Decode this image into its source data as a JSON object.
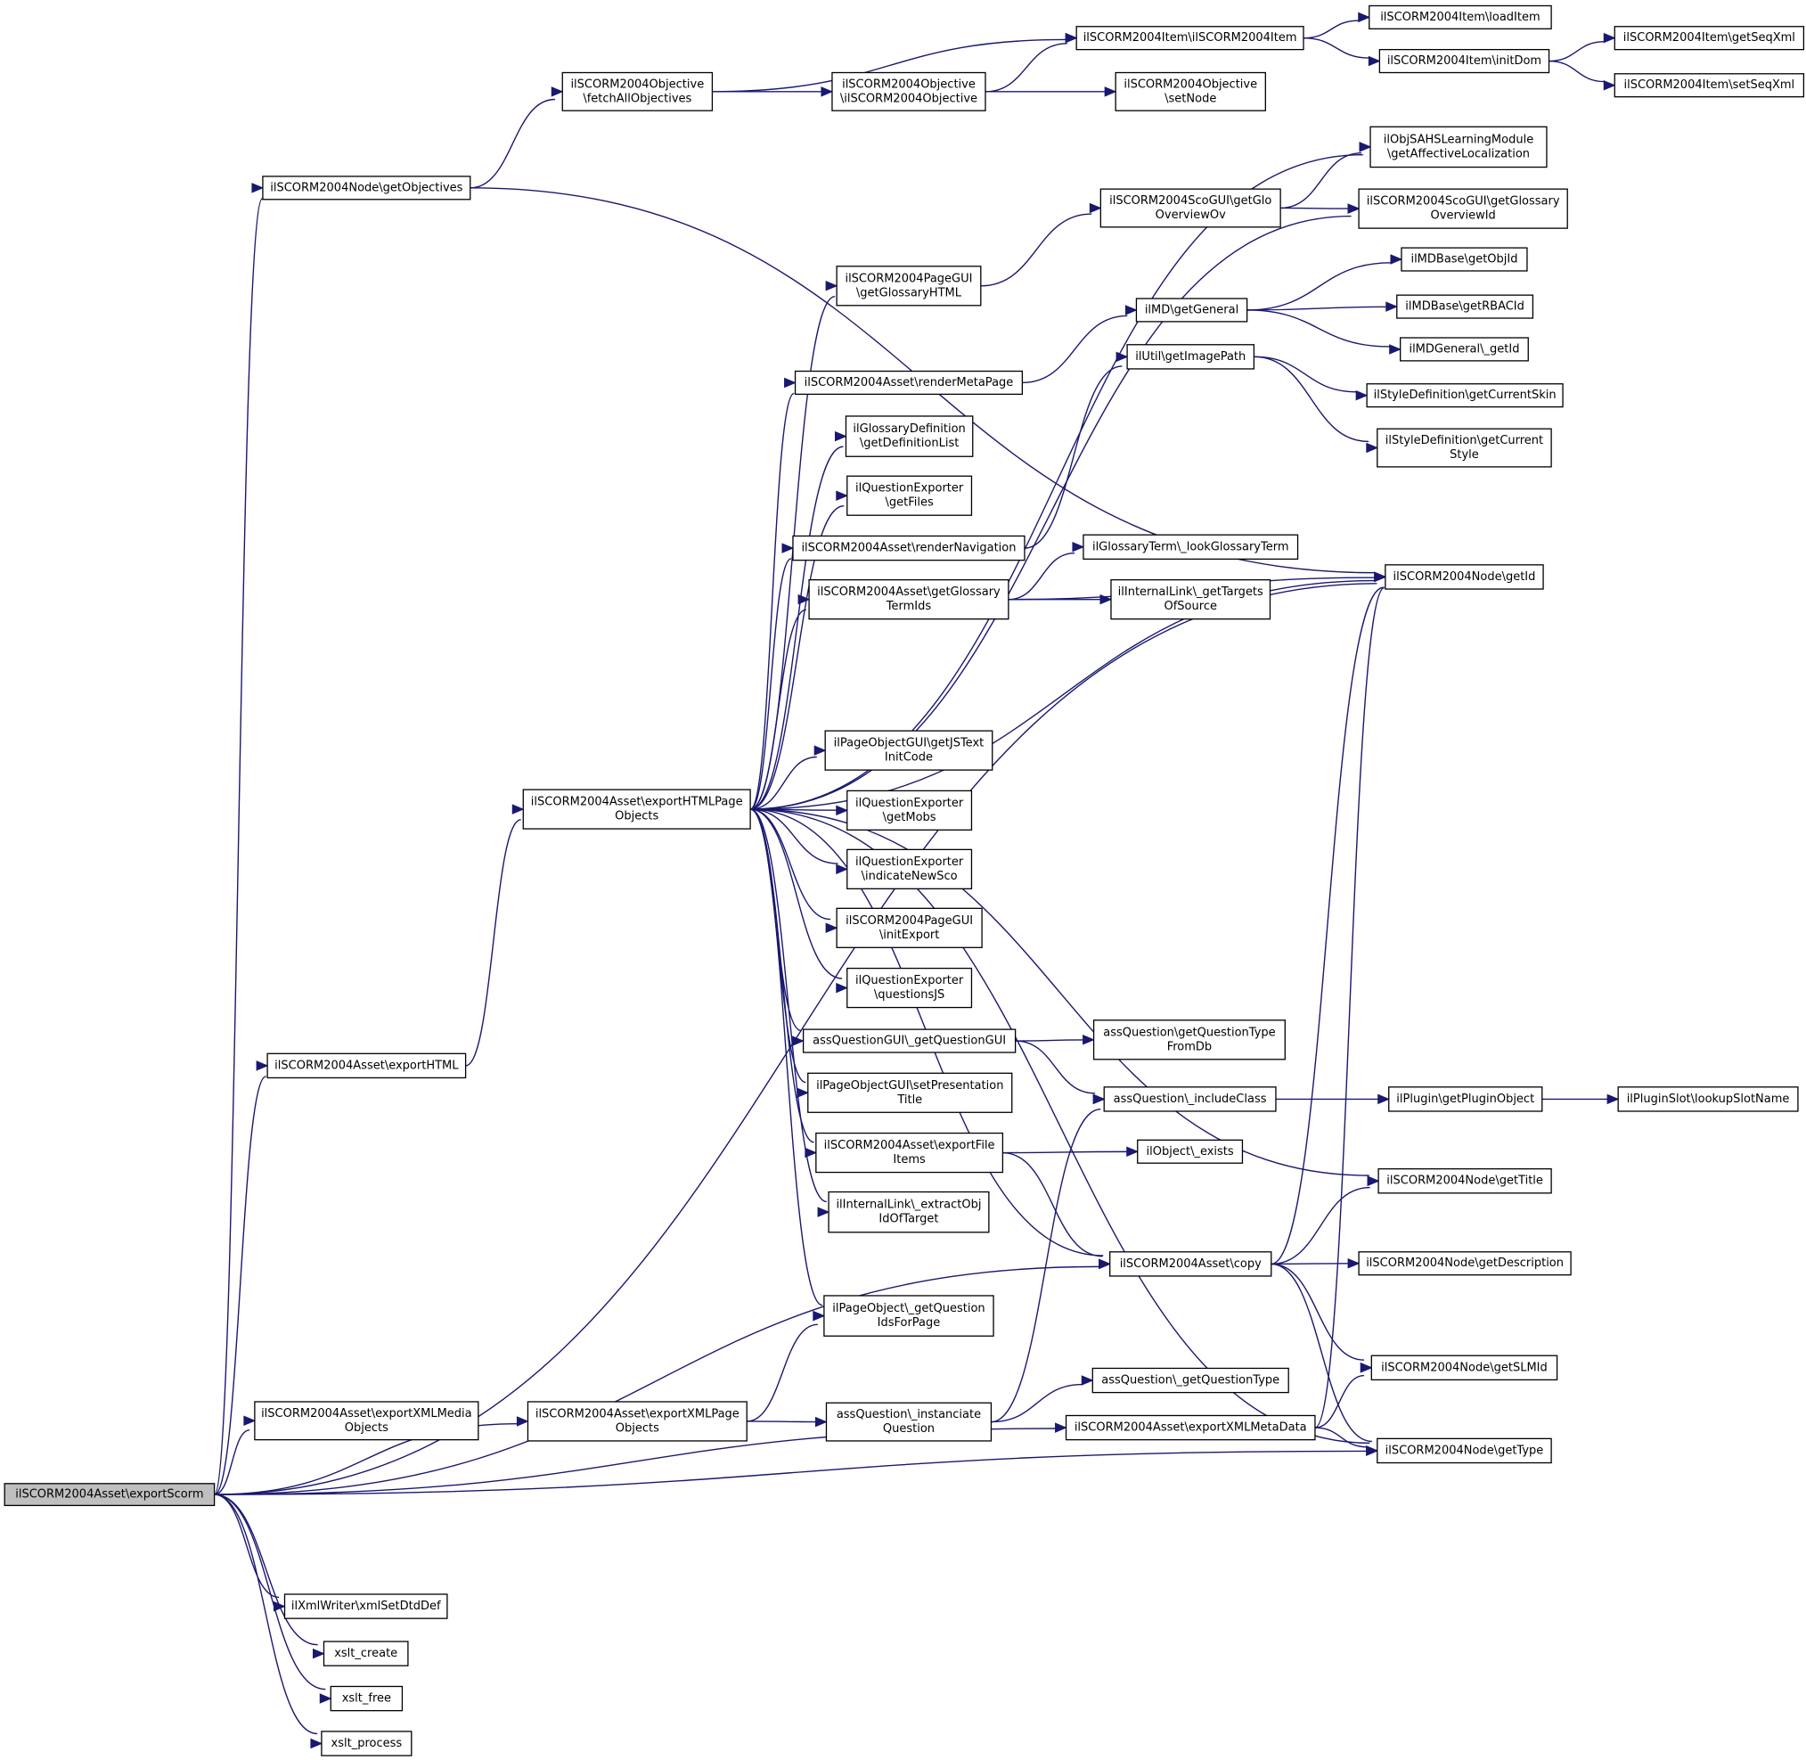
{
  "diagram": {
    "type": "call-graph",
    "colors": {
      "edge": "#191970",
      "node_border": "#000000",
      "root_fill": "#bfbfbf",
      "node_fill": "#ffffff"
    },
    "nodes": {
      "exportScorm": [
        "ilSCORM2004Asset\\exportScorm"
      ],
      "getObjectives": [
        "ilSCORM2004Node\\getObjectives"
      ],
      "fetchAllObjectives": [
        "ilSCORM2004Objective",
        "\\fetchAllObjectives"
      ],
      "objCtor": [
        "ilSCORM2004Objective",
        "\\ilSCORM2004Objective"
      ],
      "itemCtor": [
        "ilSCORM2004Item\\ilSCORM2004Item"
      ],
      "loadItem": [
        "ilSCORM2004Item\\loadItem"
      ],
      "initDom": [
        "ilSCORM2004Item\\initDom"
      ],
      "getSeqXml": [
        "ilSCORM2004Item\\getSeqXml"
      ],
      "setSeqXml": [
        "ilSCORM2004Item\\setSeqXml"
      ],
      "setNode": [
        "ilSCORM2004Objective",
        "\\setNode"
      ],
      "affectiveLoc": [
        "ilObjSAHSLearningModule",
        "\\getAffectiveLocalization"
      ],
      "glossaryOverviewId": [
        "ilSCORM2004ScoGUI\\getGlossary",
        "OverviewId"
      ],
      "glossaryOverviewOv": [
        "ilSCORM2004ScoGUI\\getGlo",
        "OverviewOv"
      ],
      "pageGetGlossaryHTML": [
        "ilSCORM2004PageGUI",
        "\\getGlossaryHTML"
      ],
      "mdGetObjId": [
        "ilMDBase\\getObjId"
      ],
      "mdGetGeneral": [
        "ilMD\\getGeneral"
      ],
      "mdGetRBACId": [
        "ilMDBase\\getRBACId"
      ],
      "mdGeneralGetId": [
        "ilMDGeneral\\_getId"
      ],
      "utilGetImagePath": [
        "ilUtil\\getImagePath"
      ],
      "renderMetaPage": [
        "ilSCORM2004Asset\\renderMetaPage"
      ],
      "getCurrentSkin": [
        "ilStyleDefinition\\getCurrentSkin"
      ],
      "getCurrentStyle": [
        "ilStyleDefinition\\getCurrent",
        "Style"
      ],
      "getDefinitionList": [
        "ilGlossaryDefinition",
        "\\getDefinitionList"
      ],
      "qeGetFiles": [
        "ilQuestionExporter",
        "\\getFiles"
      ],
      "renderNavigation": [
        "ilSCORM2004Asset\\renderNavigation"
      ],
      "lookupGlossaryTerm": [
        "ilGlossaryTerm\\_lookGlossaryTerm"
      ],
      "getGlossaryTermIds": [
        "ilSCORM2004Asset\\getGlossary",
        "TermIds"
      ],
      "nodeGetId": [
        "ilSCORM2004Node\\getId"
      ],
      "getTargetsOfSource": [
        "ilInternalLink\\_getTargets",
        "OfSource"
      ],
      "getJSTextInitCode": [
        "ilPageObjectGUI\\getJSText",
        "InitCode"
      ],
      "exportHTMLPageObjects": [
        "ilSCORM2004Asset\\exportHTMLPage",
        "Objects"
      ],
      "qeGetMobs": [
        "ilQuestionExporter",
        "\\getMobs"
      ],
      "qeIndicateNewSco": [
        "ilQuestionExporter",
        "\\indicateNewSco"
      ],
      "pageInitExport": [
        "ilSCORM2004PageGUI",
        "\\initExport"
      ],
      "qeQuestionsJS": [
        "ilQuestionExporter",
        "\\questionsJS"
      ],
      "getQuestionGUI": [
        "assQuestionGUI\\_getQuestionGUI"
      ],
      "getQuestionTypeFromDb": [
        "assQuestion\\getQuestionType",
        "FromDb"
      ],
      "exportHTML": [
        "ilSCORM2004Asset\\exportHTML"
      ],
      "setPresentationTitle": [
        "ilPageObjectGUI\\setPresentation",
        "Title"
      ],
      "includeClass": [
        "assQuestion\\_includeClass"
      ],
      "getPluginObject": [
        "ilPlugin\\getPluginObject"
      ],
      "lookupSlotName": [
        "ilPluginSlot\\lookupSlotName"
      ],
      "exportFileItems": [
        "ilSCORM2004Asset\\exportFile",
        "Items"
      ],
      "objectExists": [
        "ilObject\\_exists"
      ],
      "nodeGetTitle": [
        "ilSCORM2004Node\\getTitle"
      ],
      "extractObjIdOfTarget": [
        "ilInternalLink\\_extractObj",
        "IdOfTarget"
      ],
      "assetCopy": [
        "ilSCORM2004Asset\\copy"
      ],
      "nodeGetDescription": [
        "ilSCORM2004Node\\getDescription"
      ],
      "getQuestionIdsForPage": [
        "ilPageObject\\_getQuestion",
        "IdsForPage"
      ],
      "getSLMId": [
        "ilSCORM2004Node\\getSLMId"
      ],
      "exportXMLMediaObjects": [
        "ilSCORM2004Asset\\exportXMLMedia",
        "Objects"
      ],
      "exportXMLPageObjects": [
        "ilSCORM2004Asset\\exportXMLPage",
        "Objects"
      ],
      "instanciateQuestion": [
        "assQuestion\\_instanciate",
        "Question"
      ],
      "getQuestionType": [
        "assQuestion\\_getQuestionType"
      ],
      "exportXMLMetaData": [
        "ilSCORM2004Asset\\exportXMLMetaData"
      ],
      "nodeGetType": [
        "ilSCORM2004Node\\getType"
      ],
      "xmlSetDtdDef": [
        "ilXmlWriter\\xmlSetDtdDef"
      ],
      "xsltCreate": [
        "xslt_create"
      ],
      "xsltFree": [
        "xslt_free"
      ],
      "xsltProcess": [
        "xslt_process"
      ]
    },
    "edges": [
      [
        "exportScorm",
        "getObjectives"
      ],
      [
        "exportScorm",
        "nodeGetId"
      ],
      [
        "exportScorm",
        "exportHTML"
      ],
      [
        "exportScorm",
        "assetCopy"
      ],
      [
        "exportScorm",
        "exportXMLMediaObjects"
      ],
      [
        "exportScorm",
        "exportXMLPageObjects"
      ],
      [
        "exportScorm",
        "exportXMLMetaData"
      ],
      [
        "exportScorm",
        "nodeGetType"
      ],
      [
        "exportScorm",
        "xmlSetDtdDef"
      ],
      [
        "exportScorm",
        "xsltCreate"
      ],
      [
        "exportScorm",
        "xsltFree"
      ],
      [
        "exportScorm",
        "xsltProcess"
      ],
      [
        "getObjectives",
        "fetchAllObjectives"
      ],
      [
        "getObjectives",
        "nodeGetId"
      ],
      [
        "fetchAllObjectives",
        "itemCtor"
      ],
      [
        "fetchAllObjectives",
        "objCtor"
      ],
      [
        "objCtor",
        "itemCtor"
      ],
      [
        "objCtor",
        "setNode"
      ],
      [
        "itemCtor",
        "loadItem"
      ],
      [
        "itemCtor",
        "initDom"
      ],
      [
        "initDom",
        "getSeqXml"
      ],
      [
        "initDom",
        "setSeqXml"
      ],
      [
        "exportHTML",
        "exportHTMLPageObjects"
      ],
      [
        "exportHTMLPageObjects",
        "affectiveLoc"
      ],
      [
        "exportHTMLPageObjects",
        "pageGetGlossaryHTML"
      ],
      [
        "exportHTMLPageObjects",
        "glossaryOverviewId"
      ],
      [
        "exportHTMLPageObjects",
        "renderMetaPage"
      ],
      [
        "exportHTMLPageObjects",
        "getDefinitionList"
      ],
      [
        "exportHTMLPageObjects",
        "qeGetFiles"
      ],
      [
        "exportHTMLPageObjects",
        "renderNavigation"
      ],
      [
        "exportHTMLPageObjects",
        "getGlossaryTermIds"
      ],
      [
        "exportHTMLPageObjects",
        "nodeGetId"
      ],
      [
        "exportHTMLPageObjects",
        "nodeGetTitle"
      ],
      [
        "exportHTMLPageObjects",
        "getJSTextInitCode"
      ],
      [
        "exportHTMLPageObjects",
        "qeGetMobs"
      ],
      [
        "exportHTMLPageObjects",
        "qeIndicateNewSco"
      ],
      [
        "exportHTMLPageObjects",
        "pageInitExport"
      ],
      [
        "exportHTMLPageObjects",
        "qeQuestionsJS"
      ],
      [
        "exportHTMLPageObjects",
        "getQuestionGUI"
      ],
      [
        "exportHTMLPageObjects",
        "setPresentationTitle"
      ],
      [
        "exportHTMLPageObjects",
        "exportFileItems"
      ],
      [
        "exportHTMLPageObjects",
        "extractObjIdOfTarget"
      ],
      [
        "exportHTMLPageObjects",
        "assetCopy"
      ],
      [
        "exportHTMLPageObjects",
        "getQuestionIdsForPage"
      ],
      [
        "exportHTMLPageObjects",
        "nodeGetType"
      ],
      [
        "pageGetGlossaryHTML",
        "glossaryOverviewOv"
      ],
      [
        "glossaryOverviewOv",
        "affectiveLoc"
      ],
      [
        "glossaryOverviewOv",
        "glossaryOverviewId"
      ],
      [
        "renderMetaPage",
        "mdGetGeneral"
      ],
      [
        "mdGetGeneral",
        "mdGetObjId"
      ],
      [
        "mdGetGeneral",
        "mdGetRBACId"
      ],
      [
        "mdGetGeneral",
        "mdGeneralGetId"
      ],
      [
        "renderNavigation",
        "utilGetImagePath"
      ],
      [
        "utilGetImagePath",
        "getCurrentSkin"
      ],
      [
        "utilGetImagePath",
        "getCurrentStyle"
      ],
      [
        "getGlossaryTermIds",
        "nodeGetId"
      ],
      [
        "getGlossaryTermIds",
        "lookupGlossaryTerm"
      ],
      [
        "getGlossaryTermIds",
        "getTargetsOfSource"
      ],
      [
        "getQuestionGUI",
        "getQuestionTypeFromDb"
      ],
      [
        "getQuestionGUI",
        "includeClass"
      ],
      [
        "includeClass",
        "getPluginObject"
      ],
      [
        "getPluginObject",
        "lookupSlotName"
      ],
      [
        "exportFileItems",
        "objectExists"
      ],
      [
        "exportFileItems",
        "assetCopy"
      ],
      [
        "assetCopy",
        "nodeGetId"
      ],
      [
        "assetCopy",
        "nodeGetTitle"
      ],
      [
        "assetCopy",
        "nodeGetDescription"
      ],
      [
        "assetCopy",
        "getSLMId"
      ],
      [
        "assetCopy",
        "nodeGetType"
      ],
      [
        "exportXMLPageObjects",
        "getQuestionIdsForPage"
      ],
      [
        "exportXMLPageObjects",
        "instanciateQuestion"
      ],
      [
        "instanciateQuestion",
        "includeClass"
      ],
      [
        "instanciateQuestion",
        "getQuestionType"
      ],
      [
        "exportXMLMetaData",
        "nodeGetId"
      ],
      [
        "exportXMLMetaData",
        "getSLMId"
      ],
      [
        "exportXMLMetaData",
        "nodeGetType"
      ]
    ]
  }
}
